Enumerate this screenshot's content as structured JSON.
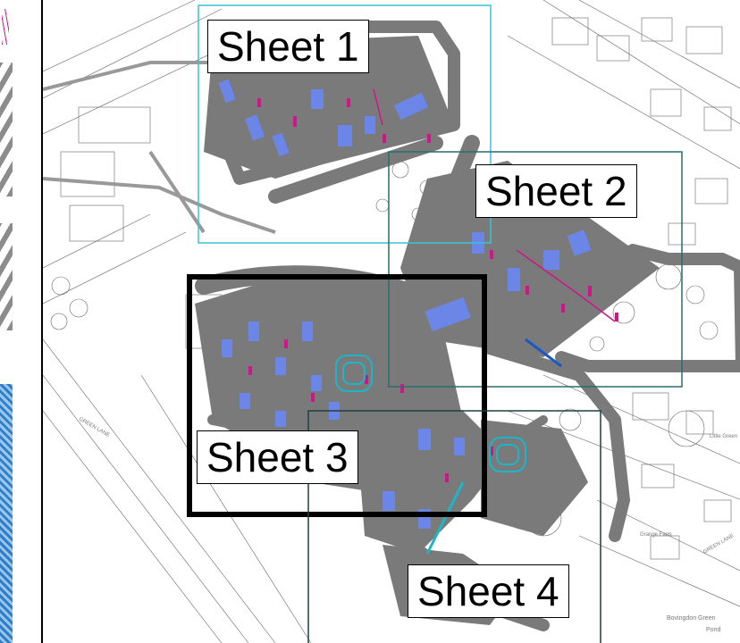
{
  "sheets": [
    {
      "id": 1,
      "label": "Sheet 1",
      "frame_color": "#38c4d4",
      "highlighted": false
    },
    {
      "id": 2,
      "label": "Sheet 2",
      "frame_color": "#2a6c6c",
      "highlighted": false
    },
    {
      "id": 3,
      "label": "Sheet 3",
      "frame_color": "#000000",
      "highlighted": true
    },
    {
      "id": 4,
      "label": "Sheet 4",
      "frame_color": "#1f3f3f",
      "highlighted": false
    }
  ],
  "map_labels": {
    "bovingdon_green": "Bovingdon Green",
    "pond": "Pond",
    "grange_farm": "Grange Farm",
    "little_green": "Little Green",
    "green_lane": "GREEN LANE"
  },
  "colors": {
    "road_gray": "#7a7a7a",
    "building_blue": "#6b86e6",
    "utility_magenta": "#d0148a",
    "utility_cyan": "#1cb6c9",
    "linework": "#555555"
  }
}
